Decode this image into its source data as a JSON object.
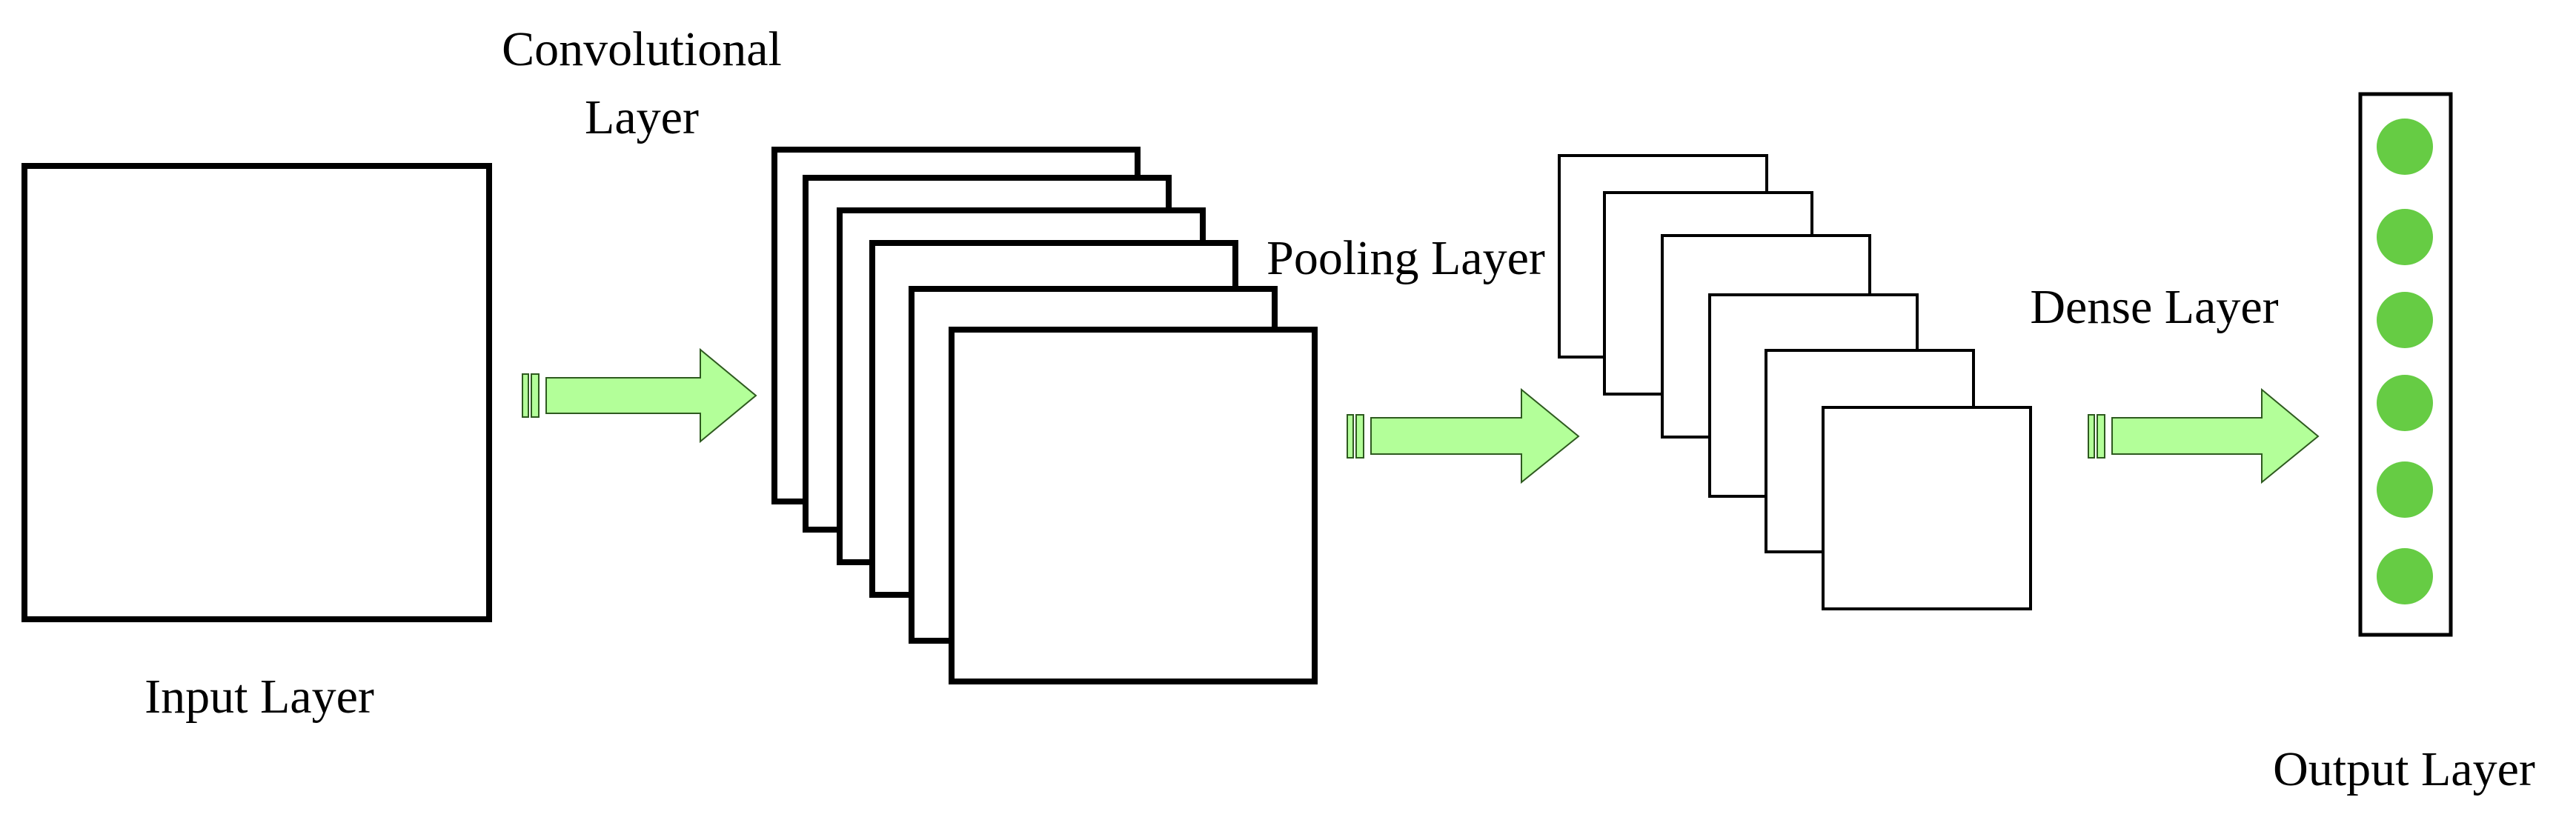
{
  "colors": {
    "stroke": "#000000",
    "arrow_fill": "#b3ff99",
    "arrow_stroke": "#2e5a1f",
    "node_fill": "#66cc44",
    "background": "#ffffff"
  },
  "labels": {
    "input_layer": "Input Layer",
    "convolutional_layer_line1": "Convolutional",
    "convolutional_layer_line2": "Layer",
    "pooling_layer": "Pooling Layer",
    "dense_layer": "Dense Layer",
    "output_layer": "Output Layer"
  },
  "structure": {
    "conv_feature_maps": 6,
    "pool_feature_maps": 6,
    "output_nodes": 6
  }
}
